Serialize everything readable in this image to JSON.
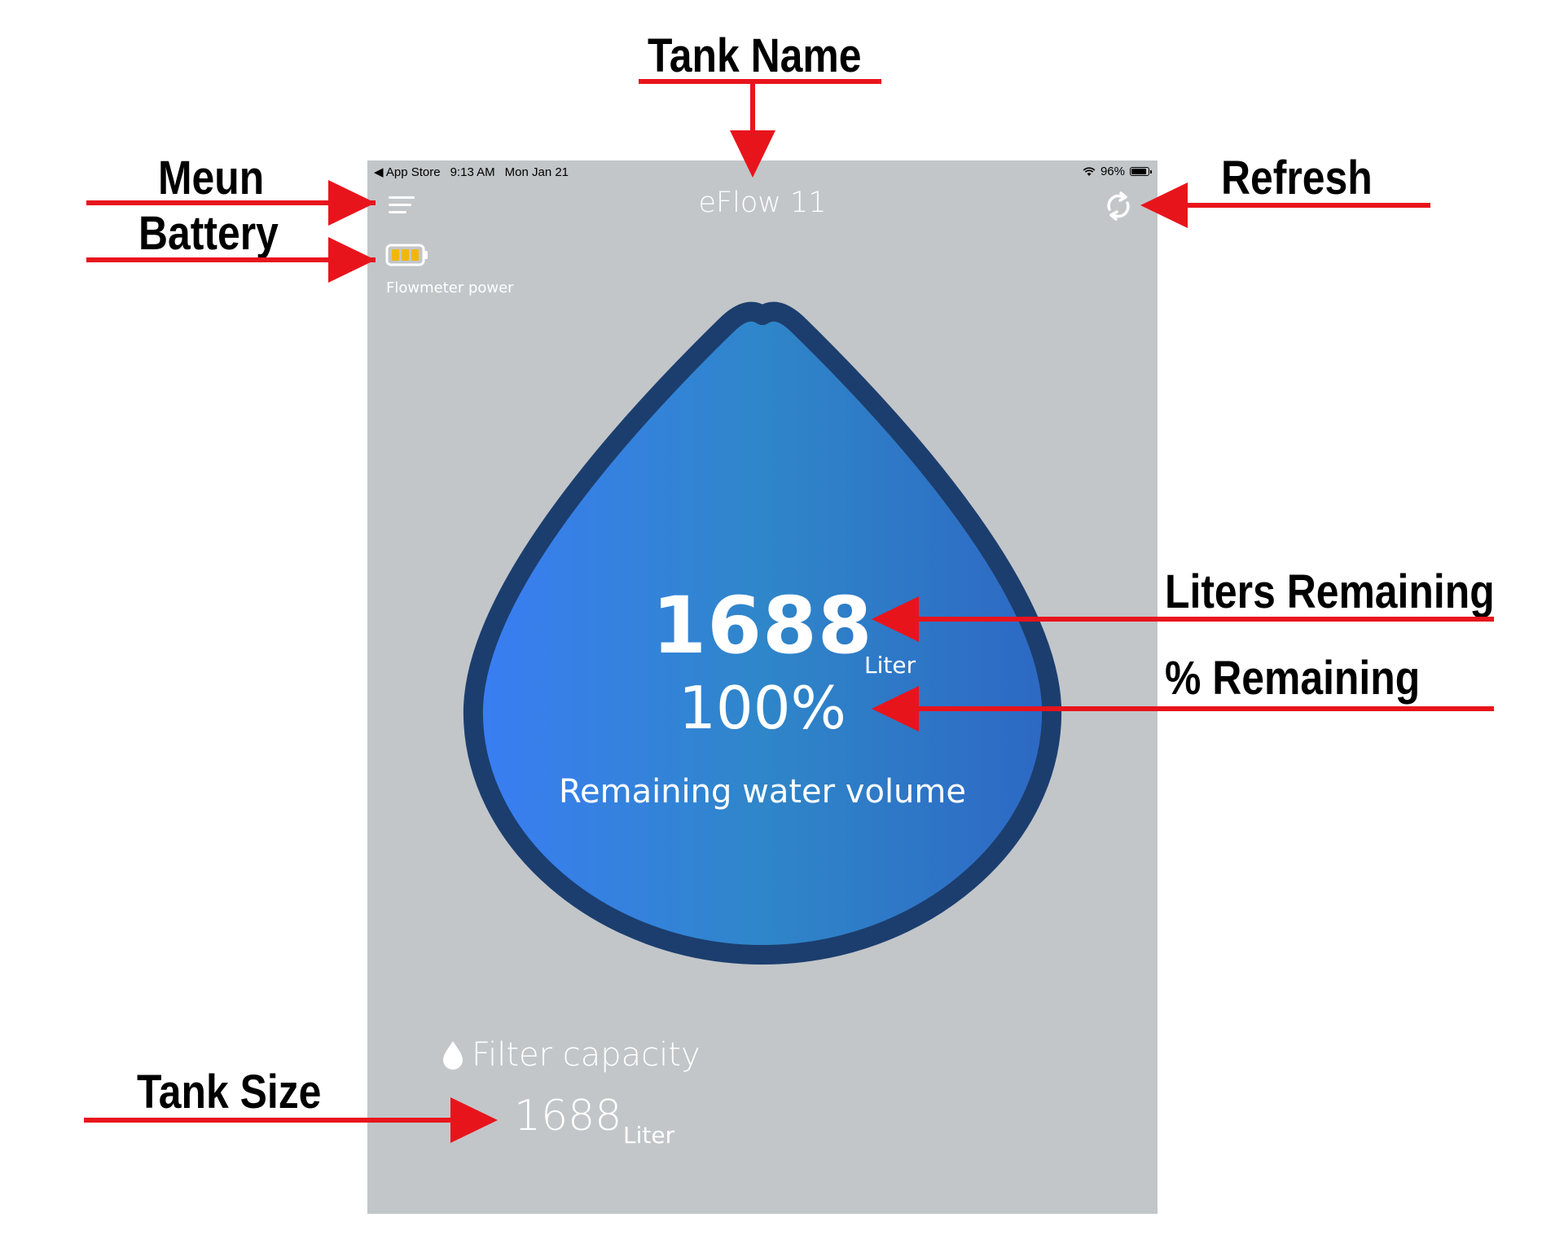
{
  "annotations": {
    "tank_name": "Tank Name",
    "menu": "Meun",
    "battery": "Battery",
    "refresh": "Refresh",
    "liters_remaining": "Liters Remaining",
    "percent_remaining": "% Remaining",
    "tank_size": "Tank Size"
  },
  "status_bar": {
    "back_app": "◀ App Store",
    "time": "9:13 AM",
    "date": "Mon Jan 21",
    "battery_percent": "96%"
  },
  "header": {
    "title": "eFlow 11"
  },
  "flowmeter": {
    "label": "Flowmeter power",
    "battery_color": "#f2b705"
  },
  "drop": {
    "liters": "1688",
    "unit": "Liter",
    "percent": "100%",
    "label": "Remaining water volume",
    "fill_level": 1.0,
    "colors": {
      "outline": "#1c3e6e",
      "gradient_left": "#3a7df4",
      "gradient_mid": "#2f86c9",
      "gradient_right": "#2d68c4"
    }
  },
  "filter": {
    "label": "Filter capacity",
    "value": "1688",
    "unit": "Liter"
  },
  "colors": {
    "screen_bg": "#c2c6c9",
    "arrow": "#e8141c"
  }
}
